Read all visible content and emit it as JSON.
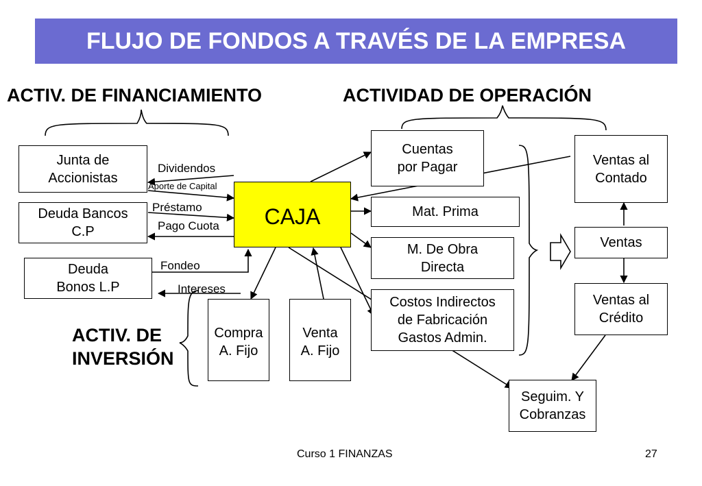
{
  "title": "FLUJO DE FONDOS A TRAVÉS DE LA EMPRESA",
  "headings": {
    "financiamiento": "ACTIV. DE FINANCIAMIENTO",
    "operacion": "ACTIVIDAD DE OPERACIÓN",
    "inversion_line1": "ACTIV. DE",
    "inversion_line2": "INVERSIÓN"
  },
  "center": "CAJA",
  "financing_boxes": {
    "junta_1": "Junta de",
    "junta_2": "Accionistas",
    "deuda_bancos_1": "Deuda Bancos",
    "deuda_bancos_2": "C.P",
    "deuda_bonos_1": "Deuda",
    "deuda_bonos_2": "Bonos L.P"
  },
  "flow_labels": {
    "dividendos": "Dividendos",
    "aporte": "Aporte de Capital",
    "prestamo": "Préstamo",
    "pago_cuota": "Pago Cuota",
    "fondeo": "Fondeo",
    "intereses": "Intereses"
  },
  "investment_boxes": {
    "compra_1": "Compra",
    "compra_2": "A. Fijo",
    "venta_1": "Venta",
    "venta_2": "A. Fijo"
  },
  "operation_boxes": {
    "cuentas_1": "Cuentas",
    "cuentas_2": "por Pagar",
    "mat_prima": "Mat. Prima",
    "mano_obra_1": "M. De Obra",
    "mano_obra_2": "Directa",
    "costos_1": "Costos Indirectos",
    "costos_2": "de Fabricación",
    "costos_3": "Gastos Admin.",
    "ventas_contado_1": "Ventas al",
    "ventas_contado_2": "Contado",
    "ventas": "Ventas",
    "ventas_credito_1": "Ventas al",
    "ventas_credito_2": "Crédito",
    "seguim_1": "Seguim. Y",
    "seguim_2": "Cobranzas"
  },
  "footer": {
    "course": "Curso 1 FINANZAS",
    "page": "27"
  },
  "colors": {
    "title_bg": "#6b6bd1",
    "caja_bg": "#ffff00"
  }
}
